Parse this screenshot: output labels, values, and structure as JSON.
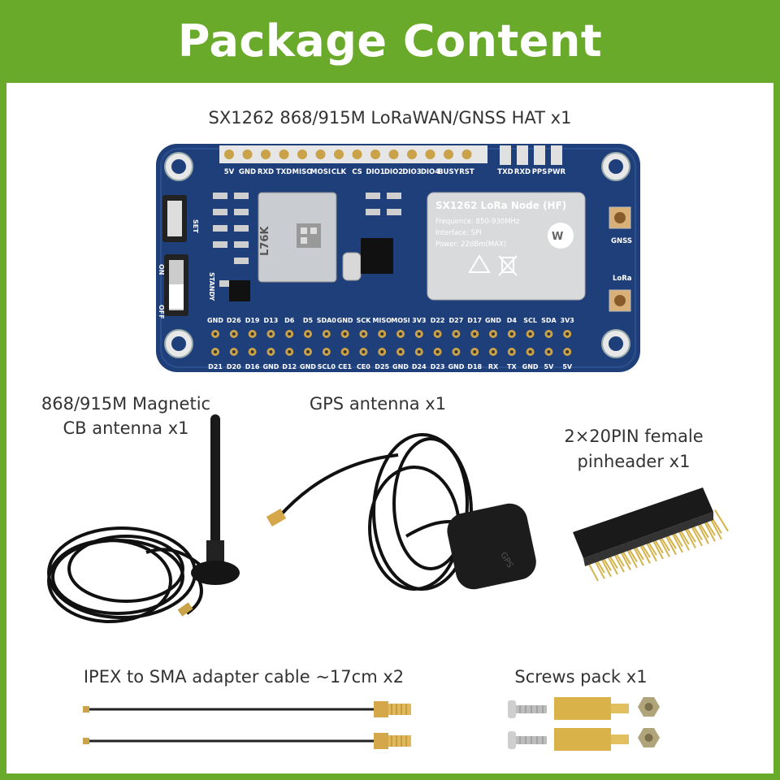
{
  "title": "Package Content",
  "items": {
    "hat": {
      "caption": "SX1262 868/915M LoRaWAN/GNSS HAT x1",
      "top_pin_labels": [
        "5V",
        "GND",
        "RXD",
        "TXD",
        "MISO",
        "MOSI",
        "CLK",
        "CS",
        "DIO1",
        "DIO2",
        "DIO3",
        "DIO4",
        "BUSY",
        "RST"
      ],
      "led_labels": [
        "TXD",
        "RXD",
        "PPS",
        "PWR"
      ],
      "switch_set_label": "SET",
      "switch_on_label": "ON",
      "switch_standby_label": "STANDY",
      "switch_off_label": "OFF",
      "gps_module_label": "L76K",
      "module_title": "SX1262 LoRa Node (HF)",
      "module_frequency": "Frequence: 850-930MHz",
      "module_interface": "Interface: SPI",
      "module_power": "Power: 22dBm(MAX)",
      "gnss_label": "GNSS",
      "lora_label": "LoRa",
      "gpio_upper": [
        "GND",
        "D26",
        "D19",
        "D13",
        "D6",
        "D5",
        "SDA0",
        "GND",
        "SCK",
        "MISO",
        "MOSI",
        "3V3",
        "D22",
        "D27",
        "D17",
        "GND",
        "D4",
        "SCL",
        "SDA",
        "3V3"
      ],
      "gpio_lower": [
        "D21",
        "D20",
        "D16",
        "GND",
        "D12",
        "GND",
        "SCL0",
        "CE1",
        "CE0",
        "D25",
        "GND",
        "D24",
        "D23",
        "GND",
        "D18",
        "RX",
        "TX",
        "GND",
        "5V",
        "5V"
      ]
    },
    "magnetic_antenna": {
      "caption_line1": "868/915M Magnetic",
      "caption_line2": "CB antenna x1"
    },
    "gps_antenna": {
      "caption": "GPS antenna x1",
      "body_label": "GPS"
    },
    "pinheader": {
      "caption_line1": "2×20PIN female",
      "caption_line2": "pinheader x1"
    },
    "adapter_cable": {
      "caption": "IPEX to SMA adapter cable ~17cm x2"
    },
    "screws": {
      "caption": "Screws pack x1"
    }
  },
  "colors": {
    "border_green": "#6aaa2a",
    "board_blue": "#1f3f7a",
    "text_gray": "#333333"
  }
}
